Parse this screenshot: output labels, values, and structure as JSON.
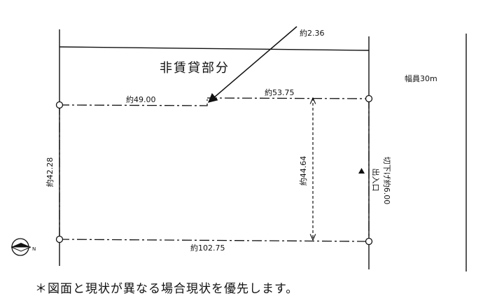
{
  "labels": {
    "non_leased_part": "非賃貸部分",
    "dim_top_note": "約2.36",
    "dim_left_top": "約49.00",
    "dim_right_top": "約53.75",
    "dim_bottom": "約102.75",
    "dim_left_side": "約42.28",
    "dim_inner_vertical": "約44.64",
    "road_width": "幅員30m",
    "entrance": "出入口",
    "curb_cut": "切下げ約6.00",
    "compass_n": "N"
  },
  "footnote": "＊図面と現状が異なる場合現状を優先します。"
}
